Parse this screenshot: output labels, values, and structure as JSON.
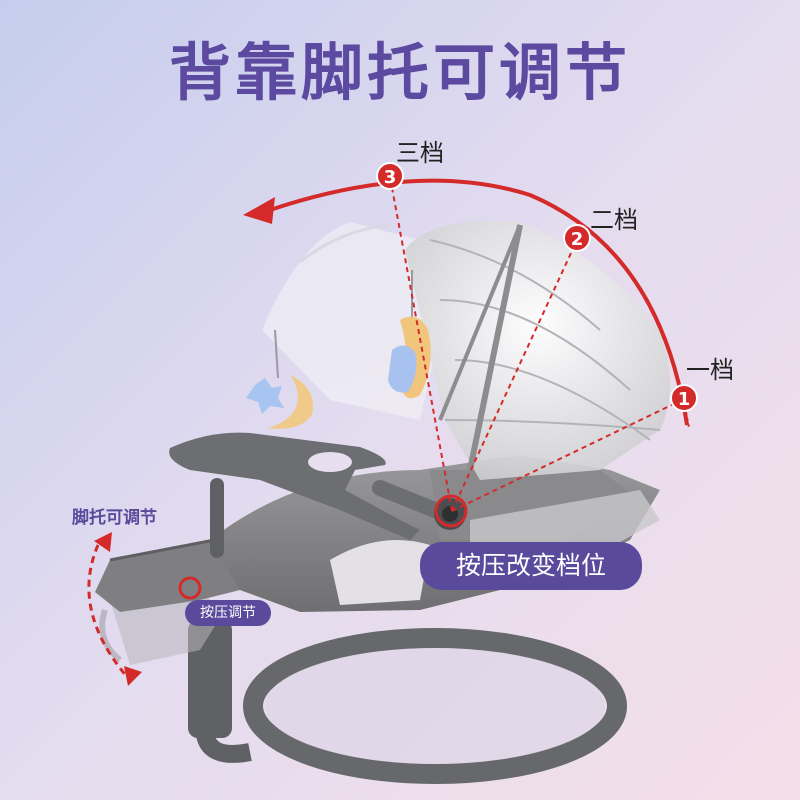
{
  "title": "背靠脚托可调节",
  "gears": [
    {
      "num": "1",
      "label": "一档"
    },
    {
      "num": "2",
      "label": "二档"
    },
    {
      "num": "3",
      "label": "三档"
    }
  ],
  "footrest_label": "脚托可调节",
  "press_change_label": "按压改变档位",
  "press_adjust_label": "按压调节",
  "colors": {
    "title": "#5b4aa0",
    "accent_red": "#d42a2a",
    "pill": "#5a4a9c",
    "bg_top": "#c8d0ec",
    "bg_bottom": "#f1dce9",
    "frame_gray": "#6b6d70"
  }
}
